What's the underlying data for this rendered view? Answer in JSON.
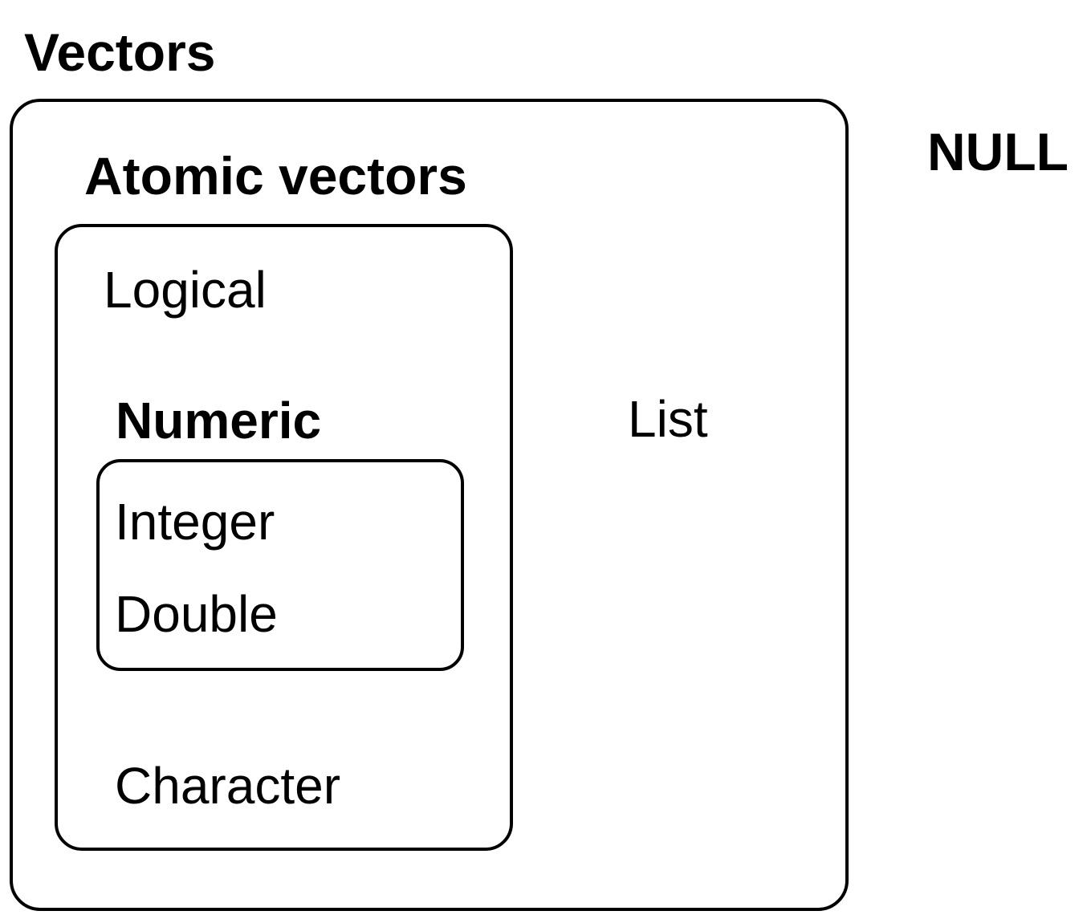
{
  "title": "Vectors",
  "null_label": "NULL",
  "vectors_box": {
    "atomic": {
      "label": "Atomic vectors",
      "logical": "Logical",
      "numeric_label": "Numeric",
      "numeric_box": {
        "integer": "Integer",
        "double": "Double"
      },
      "character": "Character"
    },
    "list_label": "List"
  },
  "colors": {
    "stroke": "#000000",
    "bg": "#ffffff",
    "text": "#000000"
  }
}
